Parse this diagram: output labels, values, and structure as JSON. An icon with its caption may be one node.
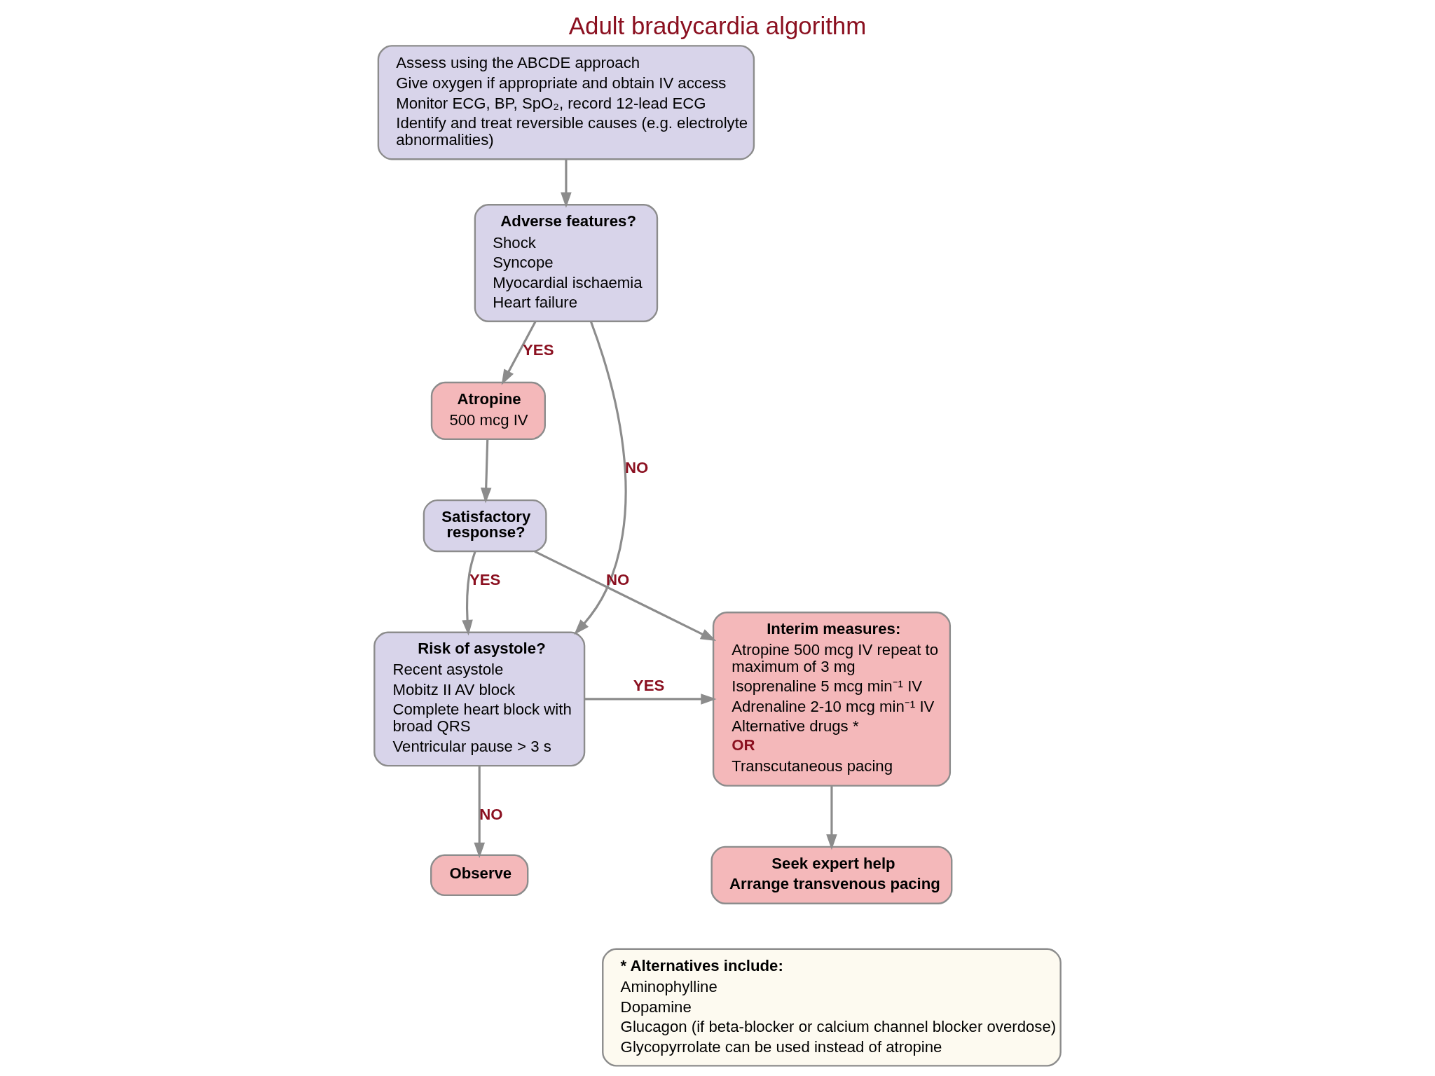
{
  "diagram": {
    "title": "Adult bradycardia algorithm",
    "nodes": [
      {
        "text": [
          "Assess using the ABCDE approach",
          "Give oxygen if appropriate and obtain IV access",
          "Monitor ECG, BP, SpO₂, record 12-lead ECG",
          "Identify and treat reversible causes (e.g. electrolyte abnormalities)"
        ]
      },
      {
        "text": [
          "Adverse features?",
          "Shock",
          "Syncope",
          "Myocardial ischaemia",
          "Heart failure"
        ]
      },
      {
        "text": [
          "Atropine",
          "500 mcg IV"
        ]
      },
      {
        "text": [
          "Satisfactory response?"
        ]
      },
      {
        "text": [
          "Interim measures:",
          "Atropine 500 mcg IV repeat to maximum of 3 mg",
          "Isoprenaline 5 mcg min⁻¹ IV",
          "Adrenaline 2-10 mcg min⁻¹ IV",
          "Alternative drugs *",
          "OR",
          "Transcutaneous pacing"
        ]
      },
      {
        "text": [
          "Risk of asystole?",
          "Recent asystole",
          "Mobitz II AV block",
          "Complete heart block with broad QRS",
          "Ventricular pause > 3 s"
        ]
      },
      {
        "text": [
          "Seek expert help",
          "Arrange transvenous pacing"
        ]
      },
      {
        "text": [
          "Observe"
        ]
      },
      {
        "text": [
          "* Alternatives include:",
          "Aminophylline",
          "Dopamine",
          "Glucagon (if beta-blocker or calcium channel blocker overdose)",
          "Glycopyrrolate can be used instead of atropine"
        ]
      }
    ],
    "edges": [
      {
        "from": 0,
        "to": 1,
        "arrow": "to"
      },
      {
        "from": 1,
        "to": 2,
        "arrow": "to",
        "label": "YES"
      },
      {
        "from": 1,
        "to": 5,
        "arrow": "to",
        "label": "NO"
      },
      {
        "from": 2,
        "to": 3,
        "arrow": "to"
      },
      {
        "from": 3,
        "to": 5,
        "arrow": "to",
        "label": "YES"
      },
      {
        "from": 3,
        "to": 4,
        "arrow": "to",
        "label": "NO"
      },
      {
        "from": 5,
        "to": 4,
        "arrow": "to",
        "label": "YES"
      },
      {
        "from": 4,
        "to": 6,
        "arrow": "to"
      },
      {
        "from": 5,
        "to": 7,
        "arrow": "to",
        "label": "NO"
      }
    ]
  }
}
